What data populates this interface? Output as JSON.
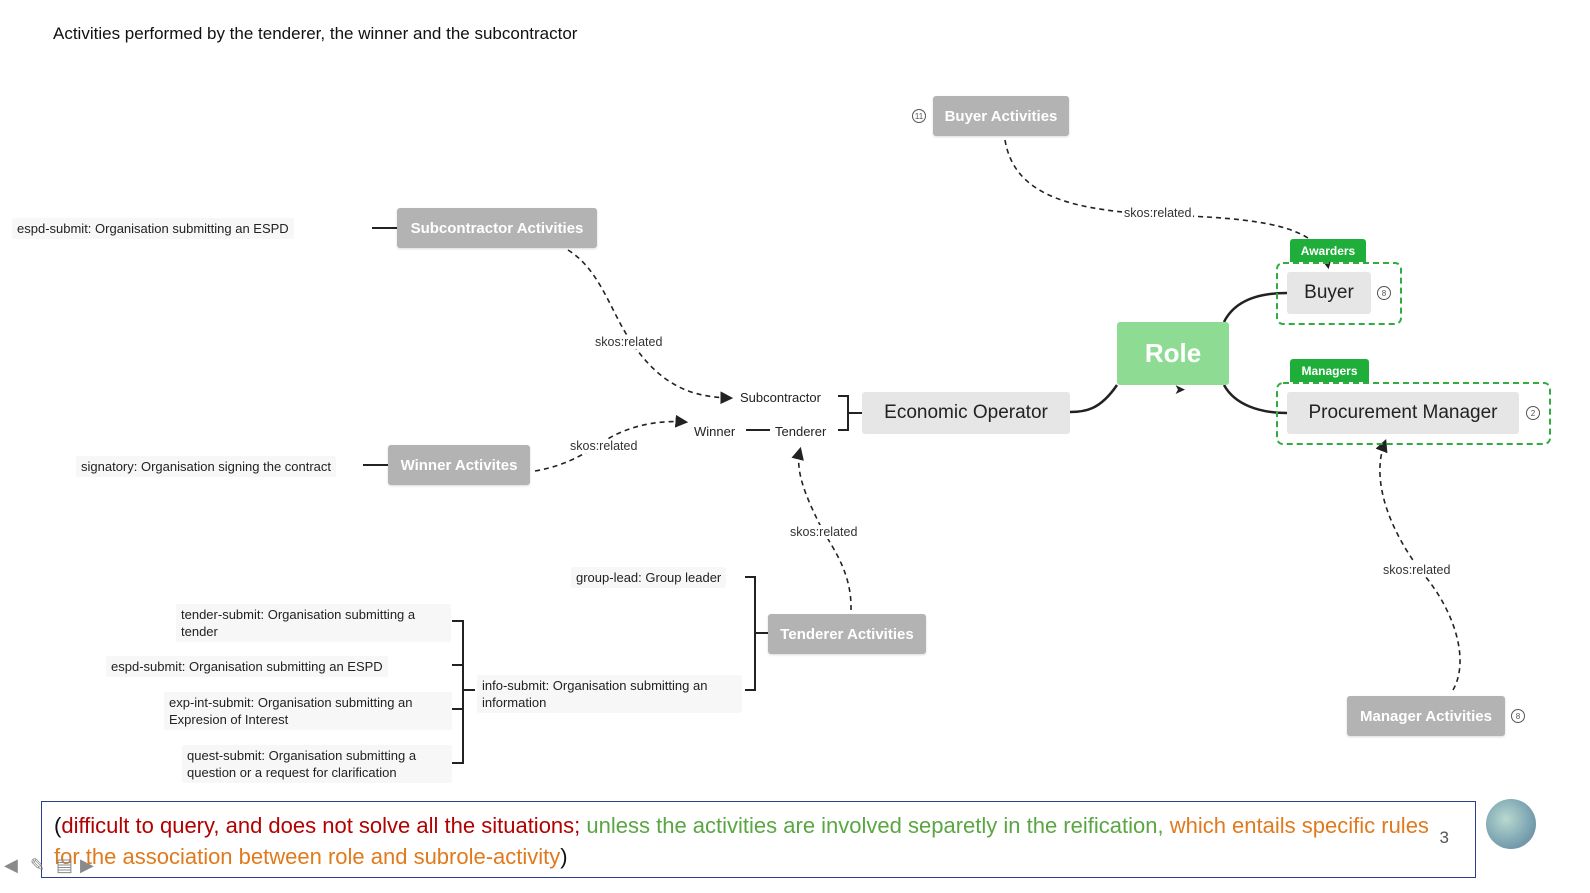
{
  "slide_title": "Activities performed by the tenderer, the winner and the subcontractor",
  "central": {
    "role": "Role",
    "economic_operator": "Economic Operator",
    "buyer": "Buyer",
    "procurement_manager": "Procurement Manager",
    "subcontractor": "Subcontractor",
    "winner": "Winner",
    "tenderer": "Tenderer"
  },
  "tags": {
    "awarders": "Awarders",
    "managers": "Managers"
  },
  "activity_groups": {
    "buyer": "Buyer Activities",
    "subcontractor": "Subcontractor Activities",
    "winner": "Winner Activites",
    "tenderer": "Tenderer Activities",
    "manager": "Manager Activities"
  },
  "counts": {
    "buyer_activities": "11",
    "buyer": "8",
    "procurement_manager": "2",
    "manager_activities": "8"
  },
  "relation_label": "skos:related",
  "leaves": {
    "subcontractor_espd": "espd-submit: Organisation submitting an ESPD",
    "winner_signatory": "signatory: Organisation signing the contract",
    "group_lead": "group-lead: Group leader",
    "info_submit": "info-submit: Organisation submitting an information",
    "tender_submit": "tender-submit: Organisation submitting a tender",
    "espd_submit": "espd-submit: Organisation submitting an ESPD",
    "exp_int_submit": "exp-int-submit: Organisation submitting an Expresion of Interest",
    "quest_submit": "quest-submit: Organisation submitting a question or a request for clarification"
  },
  "note": {
    "open": "(",
    "part1": "difficult to query, and does not solve all the situations; ",
    "part2": "unless the activities are involved separetly in the reification, ",
    "part3": "which entails specific rules for the association between role and subrole-activity",
    "close": ")",
    "page": "3"
  },
  "colors": {
    "activity_node": "#b3b3b3",
    "role_node": "#8edc93",
    "tag_green": "#1fae3a",
    "dashed_border": "#2fae3f",
    "note_red": "#b30000",
    "note_green": "#5aa642",
    "note_orange": "#e07a1e",
    "note_border": "#2b3f8c"
  }
}
